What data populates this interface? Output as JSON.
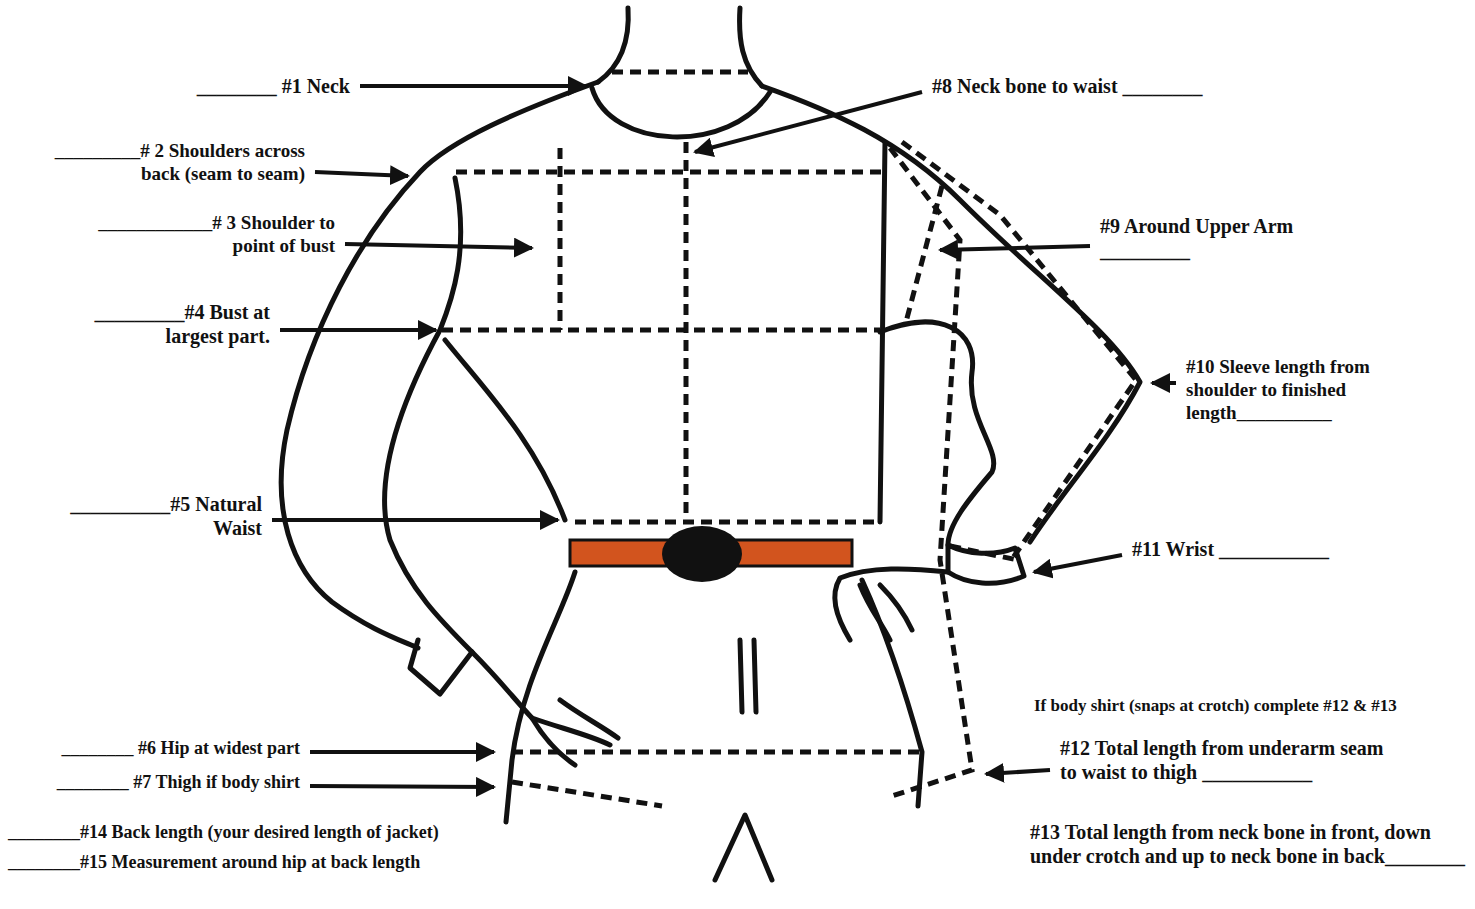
{
  "diagram": {
    "labels": [
      "________ #1 Neck",
      "#8 Neck bone to waist ________",
      "_________# 2 Shoulders across back (seam to seam)",
      "____________# 3 Shoulder to point of bust",
      "_________#4 Bust at largest part.",
      "__________#5 Natural Waist",
      "#9 Around Upper Arm _________",
      "#10 Sleeve length from shoulder to finished length__________",
      "#11 Wrist ___________",
      "If body shirt (snaps at crotch) complete #12 & #13",
      "________ #6 Hip at widest part",
      "________ #7 Thigh if body shirt",
      "#12 Total length from underarm seam to waist to thigh ___________",
      "________#14 Back length (your desired length of jacket)",
      "________#15 Measurement around hip at back length",
      "#13 Total length from neck bone in front, down under crotch and up to neck bone in back________"
    ]
  }
}
